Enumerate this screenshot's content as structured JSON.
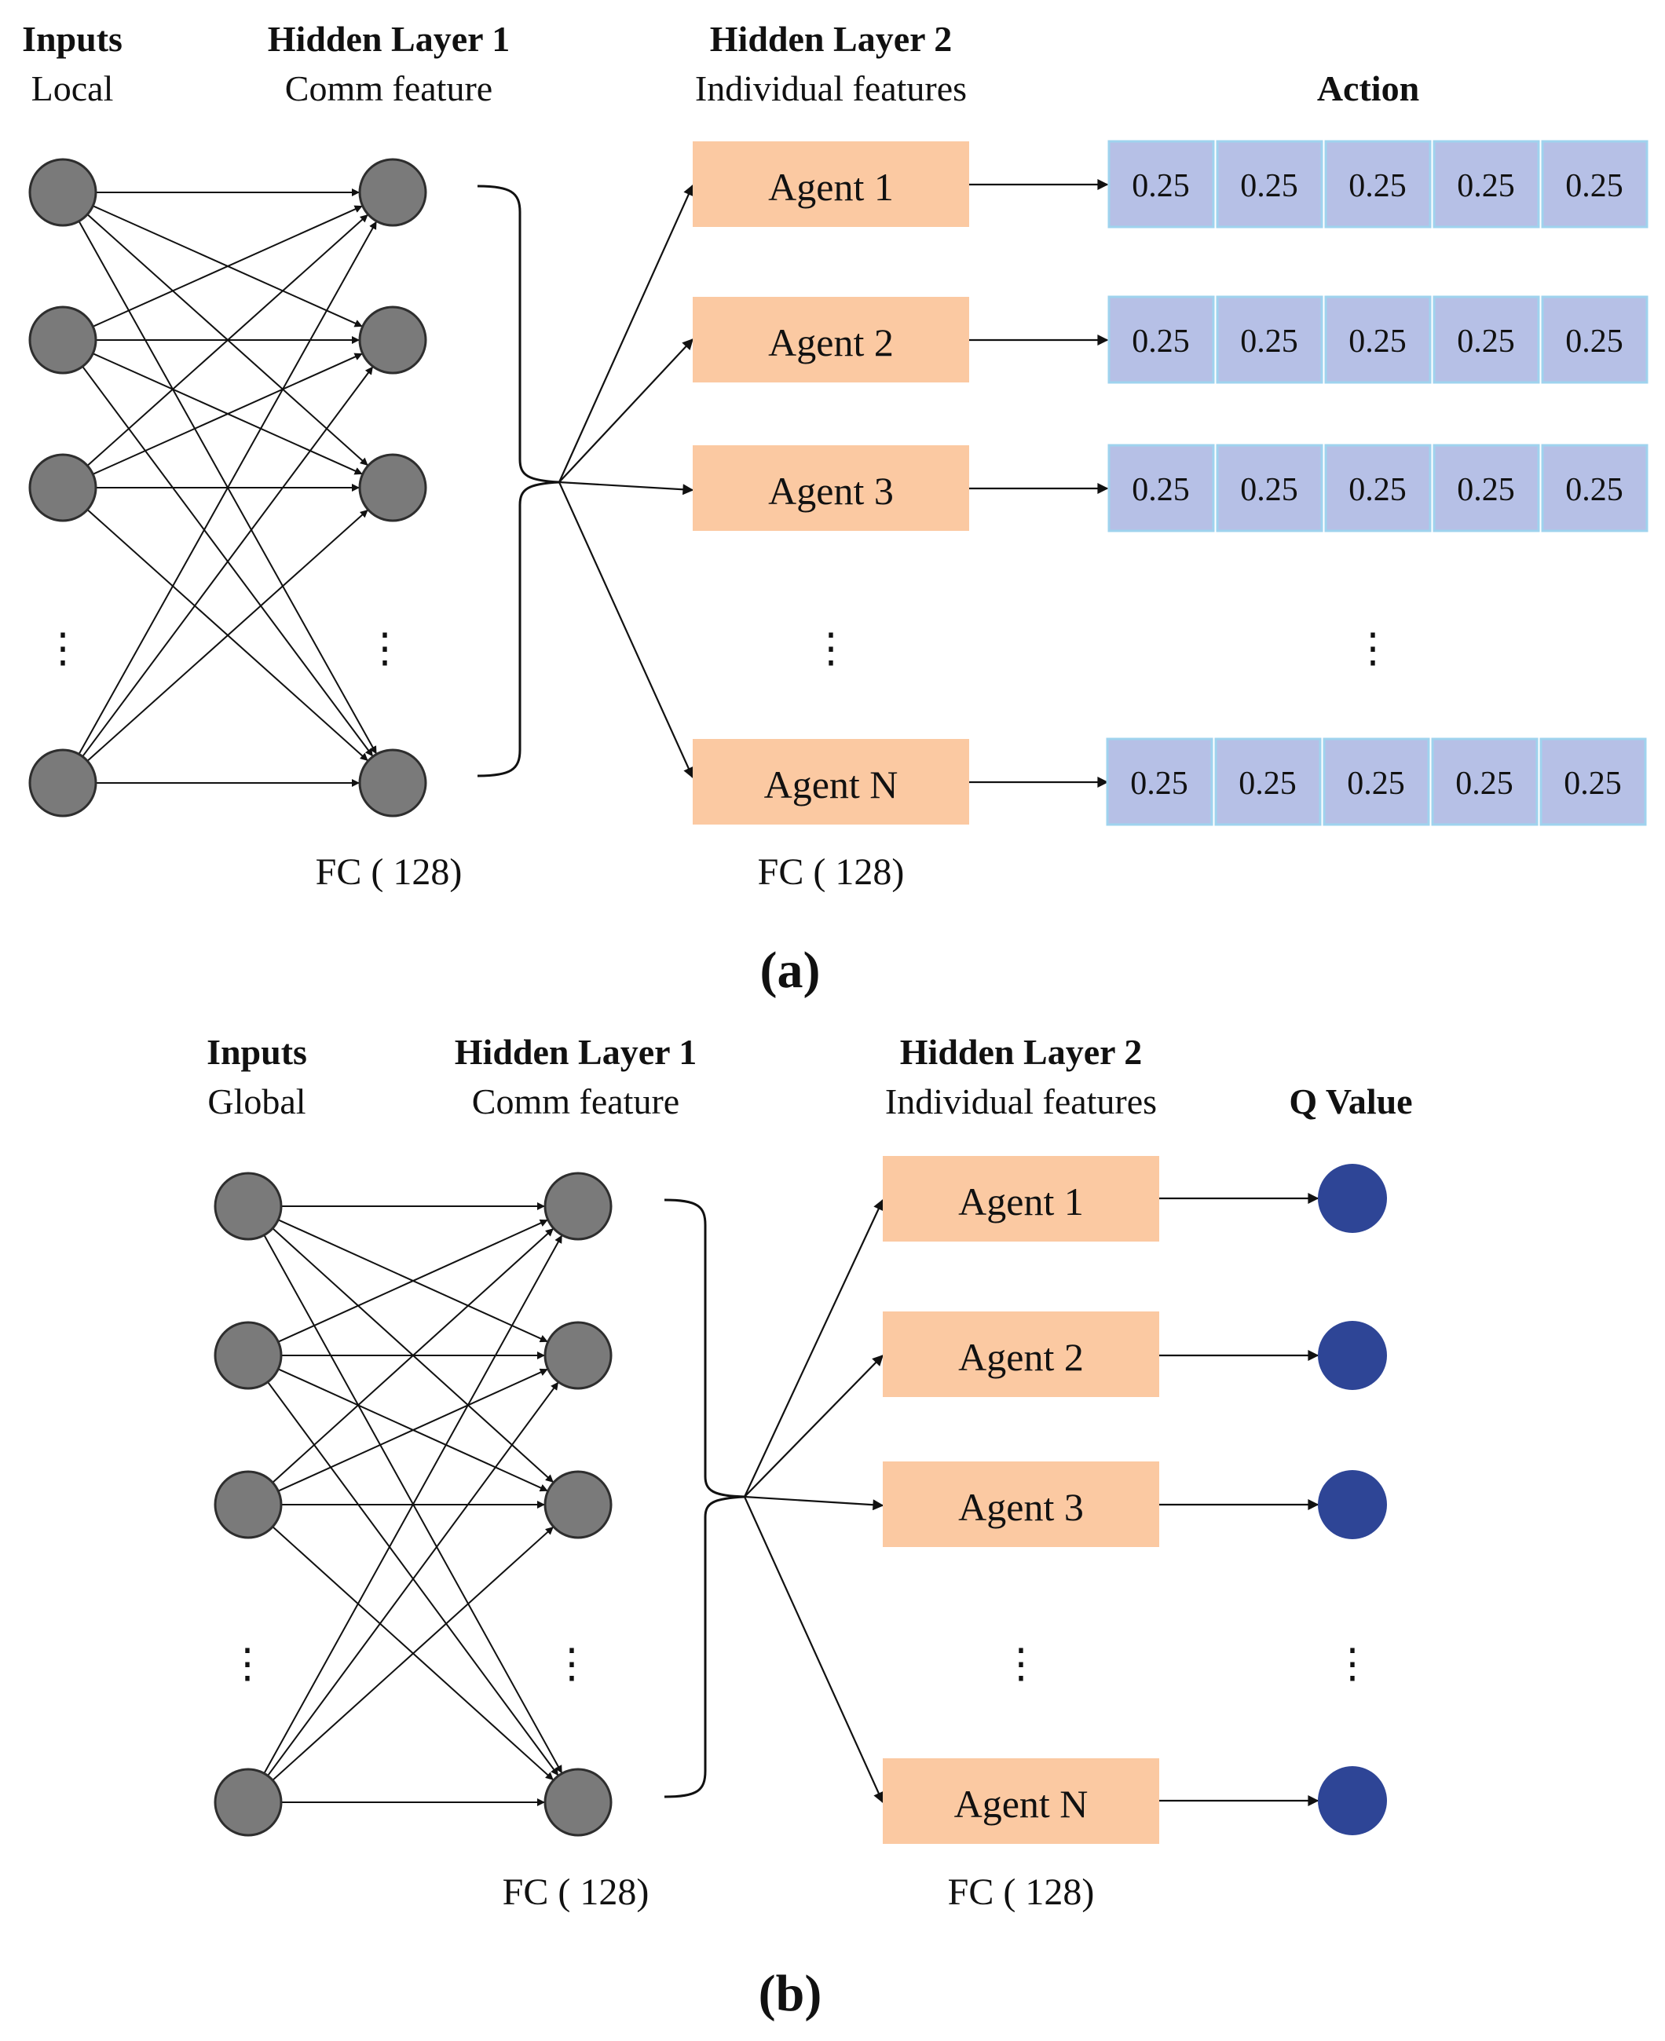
{
  "panel_a": {
    "label": "(a)",
    "header_inputs_title": "Inputs",
    "header_inputs_sub": "Local",
    "header_h1_title": "Hidden Layer 1",
    "header_h1_sub": "Comm feature",
    "header_h2_title": "Hidden Layer 2",
    "header_h2_sub": "Individual features",
    "header_out_title": "Action",
    "fc1": "FC ( 128)",
    "fc2": "FC ( 128)",
    "agents": [
      "Agent 1",
      "Agent 2",
      "Agent 3",
      "Agent N"
    ],
    "action_values": [
      [
        "0.25",
        "0.25",
        "0.25",
        "0.25",
        "0.25"
      ],
      [
        "0.25",
        "0.25",
        "0.25",
        "0.25",
        "0.25"
      ],
      [
        "0.25",
        "0.25",
        "0.25",
        "0.25",
        "0.25"
      ],
      [
        "0.25",
        "0.25",
        "0.25",
        "0.25",
        "0.25"
      ]
    ],
    "ellipsis": "⋮"
  },
  "panel_b": {
    "label": "(b)",
    "header_inputs_title": "Inputs",
    "header_inputs_sub": "Global",
    "header_h1_title": "Hidden Layer 1",
    "header_h1_sub": "Comm feature",
    "header_h2_title": "Hidden Layer 2",
    "header_h2_sub": "Individual features",
    "header_out_title": "Q Value",
    "fc1": "FC ( 128)",
    "fc2": "FC ( 128)",
    "agents": [
      "Agent 1",
      "Agent 2",
      "Agent 3",
      "Agent N"
    ],
    "ellipsis": "⋮"
  },
  "colors": {
    "neuron_fill": "#7a7a7a",
    "neuron_stroke": "#2e2e2e",
    "agent_box": "#fbc9a2",
    "action_cell_fill": "#b6c0e6",
    "action_cell_stroke": "#9fd3ee",
    "q_node": "#2e4596",
    "line": "#111111"
  }
}
